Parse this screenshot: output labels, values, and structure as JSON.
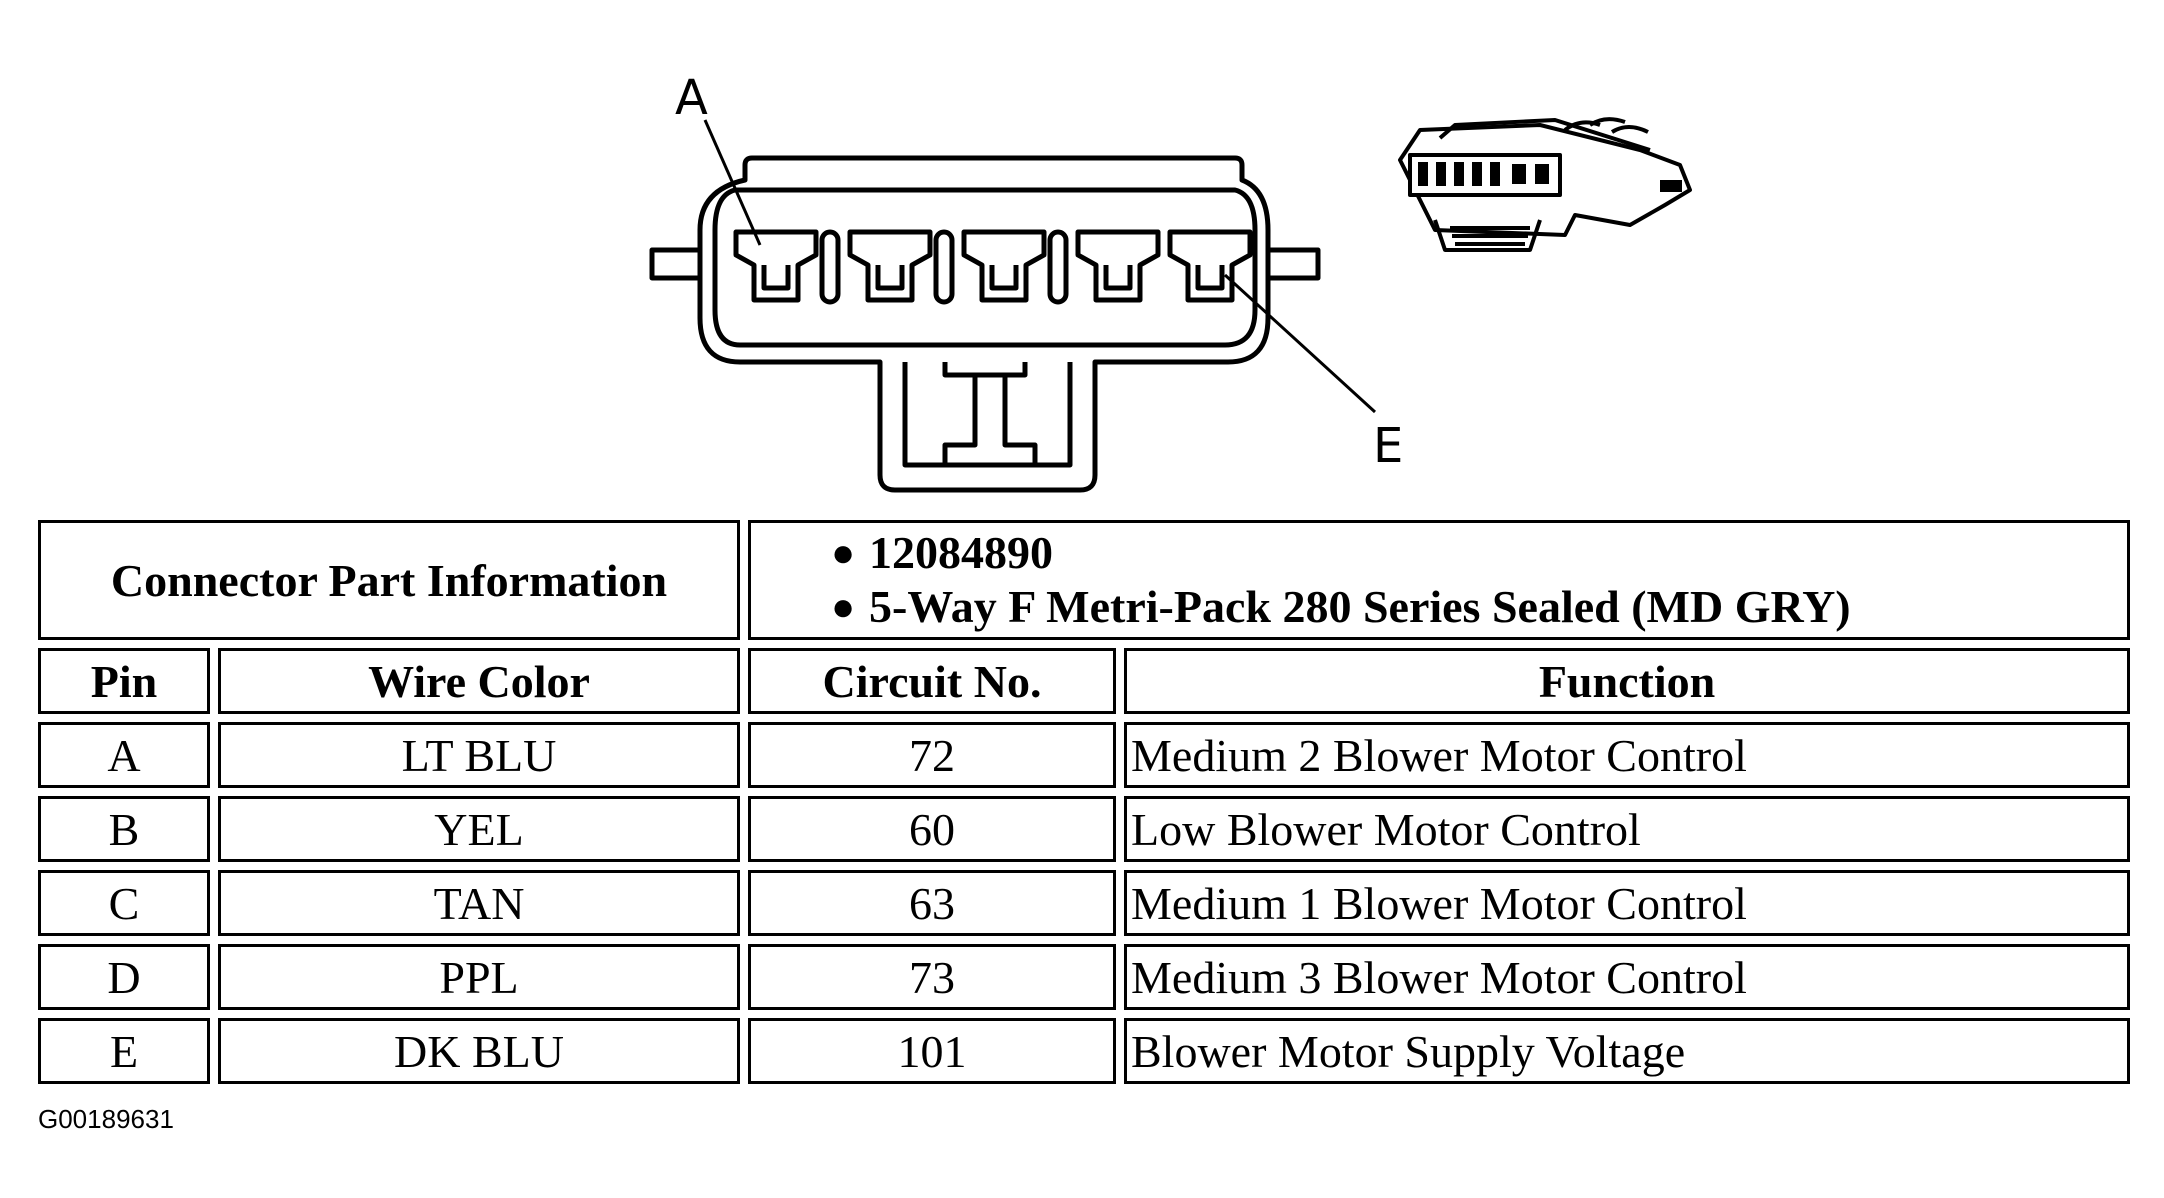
{
  "diagram": {
    "pin_label_first": "A",
    "pin_label_last": "E"
  },
  "table": {
    "connector_part_label": "Connector Part Information",
    "part_info": [
      "12084890",
      "5-Way F Metri-Pack 280 Series Sealed (MD GRY)"
    ],
    "headers": {
      "pin": "Pin",
      "wire_color": "Wire Color",
      "circuit": "Circuit No.",
      "function": "Function"
    },
    "rows": [
      {
        "pin": "A",
        "wire_color": "LT BLU",
        "circuit": "72",
        "function": "Medium 2 Blower Motor Control"
      },
      {
        "pin": "B",
        "wire_color": "YEL",
        "circuit": "60",
        "function": "Low Blower Motor Control"
      },
      {
        "pin": "C",
        "wire_color": "TAN",
        "circuit": "63",
        "function": "Medium 1 Blower Motor Control"
      },
      {
        "pin": "D",
        "wire_color": "PPL",
        "circuit": "73",
        "function": "Medium 3 Blower Motor Control"
      },
      {
        "pin": "E",
        "wire_color": "DK BLU",
        "circuit": "101",
        "function": "Blower Motor Supply Voltage"
      }
    ]
  },
  "figure_id": "G00189631"
}
